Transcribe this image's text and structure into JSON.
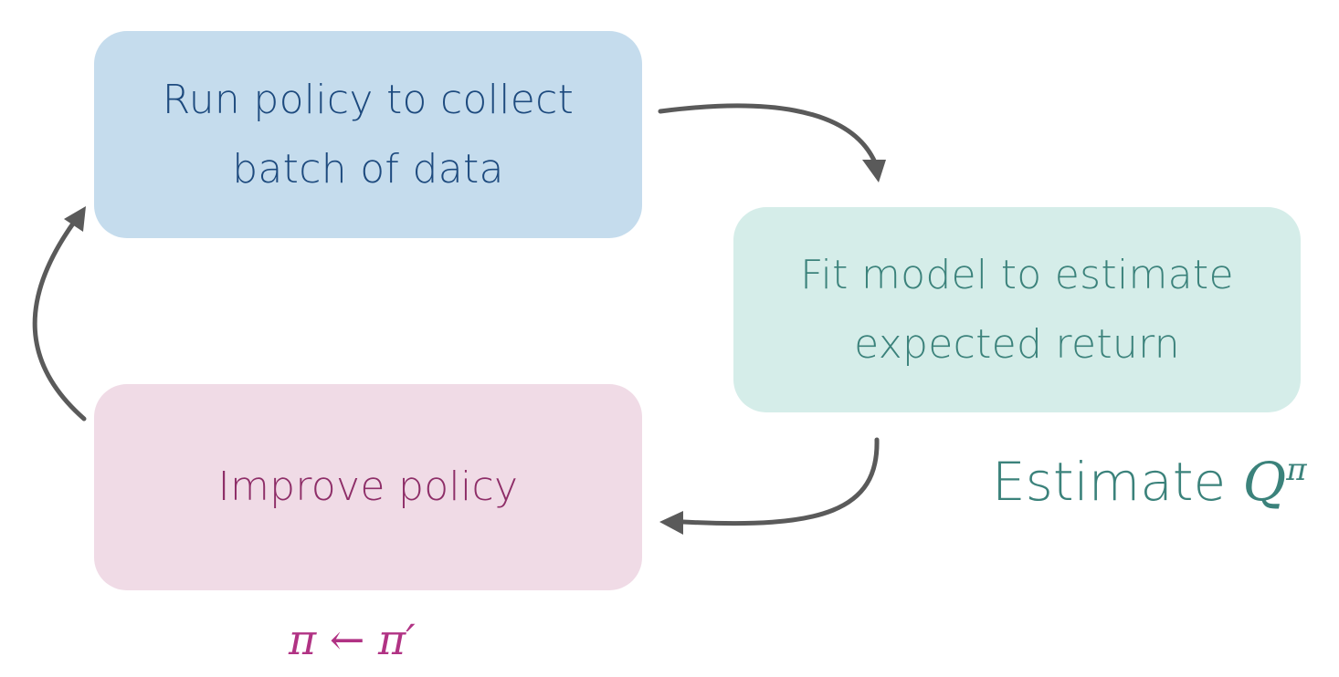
{
  "boxes": {
    "collect": {
      "line1": "Run policy to collect",
      "line2": "batch of data",
      "color": "#c5dced",
      "text_color": "#1d4a7e"
    },
    "fit": {
      "line1": "Fit model to estimate",
      "line2": "expected return",
      "color": "#d5ede9",
      "text_color": "#3b827b"
    },
    "improve": {
      "line1": "Improve policy",
      "color": "#f0dbe6",
      "text_color": "#8e2e68"
    }
  },
  "labels": {
    "estimate_text": "Estimate ",
    "estimate_symbol": "Q",
    "estimate_superscript": "π",
    "update": "π ← π′"
  },
  "arrows": {
    "color": "#5a5a5a",
    "connections": [
      "collect → fit",
      "fit → improve",
      "improve → collect"
    ]
  }
}
